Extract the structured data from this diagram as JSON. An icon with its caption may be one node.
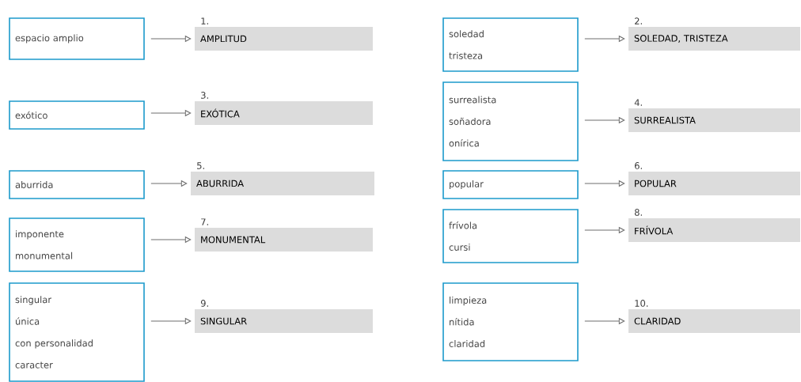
{
  "diagram": {
    "nodes": [
      {
        "text": [
          "espacio amplio"
        ]
      },
      {
        "text": [
          "1.",
          "AMPLITUD"
        ]
      },
      {
        "text": [
          "soledad",
          "tristeza"
        ]
      },
      {
        "text": [
          "2.",
          "SOLEDAD, TRISTEZA"
        ]
      },
      {
        "text": [
          "exótico"
        ]
      },
      {
        "text": [
          "3.",
          "EXÓTICA"
        ]
      },
      {
        "text": [
          "surrealista",
          "soñadora",
          "onírica"
        ]
      },
      {
        "text": [
          "4.",
          "SURREALISTA"
        ]
      },
      {
        "text": [
          "aburrida"
        ]
      },
      {
        "text": [
          "5.",
          "ABURRIDA"
        ]
      },
      {
        "text": [
          "popular"
        ]
      },
      {
        "text": [
          "6.",
          "POPULAR"
        ]
      },
      {
        "text": [
          "imponente",
          "monumental"
        ]
      },
      {
        "text": [
          "7.",
          "MONUMENTAL"
        ]
      },
      {
        "text": [
          "frívola",
          "cursi"
        ]
      },
      {
        "text": [
          "8.",
          "FRÍVOLA"
        ]
      },
      {
        "text": [
          "singular",
          "única",
          "con personalidad",
          "caracter"
        ]
      },
      {
        "text": [
          "9.",
          "SINGULAR"
        ]
      },
      {
        "text": [
          "limpieza",
          "nítida",
          "claridad"
        ]
      },
      {
        "text": [
          "10.",
          "CLARIDAD"
        ]
      }
    ],
    "edges": [
      {
        "from": 0,
        "to": 1,
        "arrow": "to"
      },
      {
        "from": 2,
        "to": 3,
        "arrow": "to"
      },
      {
        "from": 4,
        "to": 5,
        "arrow": "to"
      },
      {
        "from": 6,
        "to": 7,
        "arrow": "to"
      },
      {
        "from": 8,
        "to": 9,
        "arrow": "to"
      },
      {
        "from": 10,
        "to": 11,
        "arrow": "to"
      },
      {
        "from": 12,
        "to": 13,
        "arrow": "to"
      },
      {
        "from": 14,
        "to": 15,
        "arrow": "to"
      },
      {
        "from": 16,
        "to": 17,
        "arrow": "to"
      },
      {
        "from": 18,
        "to": 19,
        "arrow": "to"
      }
    ]
  }
}
